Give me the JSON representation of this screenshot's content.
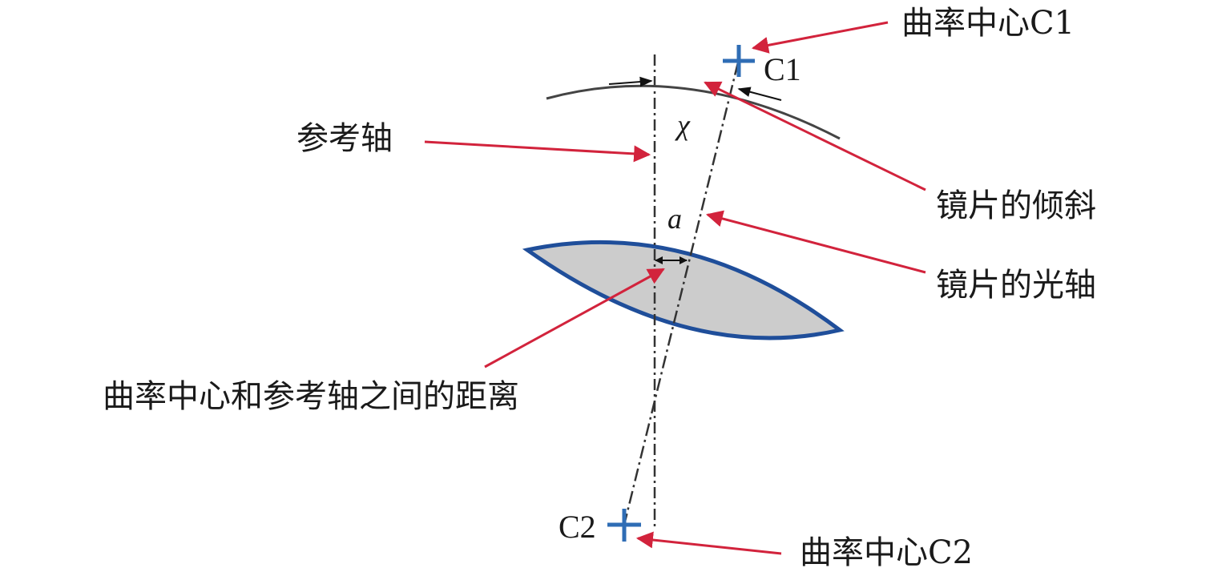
{
  "labels": {
    "center_c1": "曲率中心C1",
    "reference_axis": "参考轴",
    "lens_tilt": "镜片的倾斜",
    "lens_optical_axis": "镜片的光轴",
    "center_distance": "曲率中心和参考轴之间的距离",
    "center_c2": "曲率中心C2"
  },
  "points": {
    "c1": "C1",
    "c2": "C2"
  },
  "symbols": {
    "tilt_angle": "χ",
    "distance": "a"
  },
  "colors": {
    "lens_fill": "#cccccc",
    "lens_stroke": "#1f4e9a",
    "leader": "#d2233c",
    "marker": "#2f6db5",
    "axis": "#333333",
    "arc": "#444444"
  }
}
